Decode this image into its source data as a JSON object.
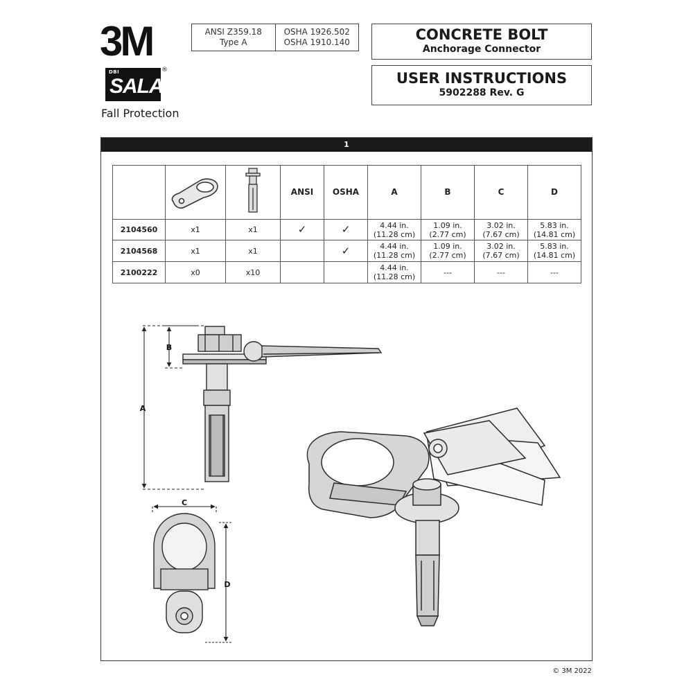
{
  "header": {
    "brand_logo": "3M",
    "sub_brand_small": "DBI",
    "sub_brand": "SALA",
    "registered": "®",
    "division": "Fall Protection",
    "standards": {
      "ansi_line1": "ANSI Z359.18",
      "ansi_line2": "Type A",
      "osha_line1": "OSHA 1926.502",
      "osha_line2": "OSHA 1910.140"
    },
    "product_title": "CONCRETE BOLT",
    "product_subtitle": "Anchorage Connector",
    "doc_title": "USER INSTRUCTIONS",
    "doc_number": "5902288 Rev. G"
  },
  "section": {
    "number": "1",
    "columns": [
      "ANSI",
      "OSHA",
      "A",
      "B",
      "C",
      "D"
    ],
    "rows": [
      {
        "part": "2104560",
        "plate": "x1",
        "bolt": "x1",
        "ansi": "✓",
        "osha": "✓",
        "a1": "4.44 in.",
        "a2": "(11.28 cm)",
        "b1": "1.09 in.",
        "b2": "(2.77 cm)",
        "c1": "3.02 in.",
        "c2": "(7.67 cm)",
        "d1": "5.83 in.",
        "d2": "(14.81 cm)"
      },
      {
        "part": "2104568",
        "plate": "x1",
        "bolt": "x1",
        "ansi": "",
        "osha": "✓",
        "a1": "4.44 in.",
        "a2": "(11.28 cm)",
        "b1": "1.09 in.",
        "b2": "(2.77 cm)",
        "c1": "3.02 in.",
        "c2": "(7.67 cm)",
        "d1": "5.83 in.",
        "d2": "(14.81 cm)"
      },
      {
        "part": "2100222",
        "plate": "x0",
        "bolt": "x10",
        "ansi": "",
        "osha": "",
        "a1": "4.44 in.",
        "a2": "(11.28 cm)",
        "b1": "---",
        "b2": "",
        "c1": "---",
        "c2": "",
        "d1": "---",
        "d2": ""
      }
    ],
    "dimension_labels": {
      "a": "A",
      "b": "B",
      "c": "C",
      "d": "D"
    }
  },
  "footer": {
    "copyright": "© 3M 2022"
  }
}
